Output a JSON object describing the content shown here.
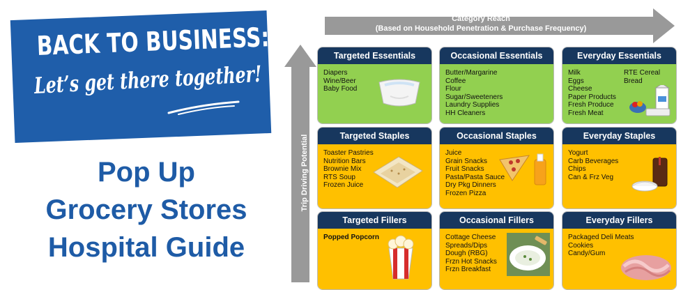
{
  "banner": {
    "title": "BACK TO BUSINESS:",
    "subtitle": "Let’s get there together!"
  },
  "headline": {
    "line1": "Pop Up",
    "line2": "Grocery Stores",
    "line3": "Hospital Guide"
  },
  "axes": {
    "reach_line1": "Category Reach",
    "reach_line2": "(Based on Household Penetration & Purchase Frequency)",
    "trip": "Trip Driving Potential"
  },
  "colors": {
    "banner_blue": "#1f5eaa",
    "headline_blue": "#1e5ba6",
    "header_navy": "#17375e",
    "essentials_green": "#92d050",
    "staples_yellow": "#ffc000",
    "arrow_gray": "#999999"
  },
  "cards": {
    "targeted_essentials": {
      "title": "Targeted Essentials",
      "items": [
        "Diapers",
        "Wine/Beer",
        "Baby Food"
      ],
      "icon": "diaper-icon"
    },
    "occasional_essentials": {
      "title": "Occasional Essentials",
      "items": [
        "Butter/Margarine",
        "Coffee",
        "Flour",
        "Sugar/Sweeteners",
        "Laundry Supplies",
        "HH Cleaners"
      ]
    },
    "everyday_essentials": {
      "title": "Everyday Essentials",
      "items": [
        "Milk",
        "Eggs",
        "Cheese",
        "Paper Products",
        "Fresh Produce",
        "Fresh Meat"
      ],
      "items_col2": [
        "RTE Cereal",
        "Bread"
      ],
      "icon": "milk-eggs-icon"
    },
    "targeted_staples": {
      "title": "Targeted Staples",
      "items": [
        "Toaster Pastries",
        "Nutrition Bars",
        "Brownie Mix",
        "RTS Soup",
        "Frozen Juice"
      ],
      "icon": "toaster-pastry-icon"
    },
    "occasional_staples": {
      "title": "Occasional Staples",
      "items": [
        "Juice",
        "Grain Snacks",
        "Fruit Snacks",
        "Pasta/Pasta Sauce",
        "Dry Pkg Dinners",
        "Frozen Pizza"
      ],
      "icon": "pizza-juice-icon"
    },
    "everyday_staples": {
      "title": "Everyday Staples",
      "items": [
        "Yogurt",
        "Carb Beverages",
        "Chips",
        "Can & Frz Veg"
      ],
      "icon": "yogurt-soda-icon"
    },
    "targeted_fillers": {
      "title": "Targeted Fillers",
      "items": [
        "Popped Popcorn"
      ],
      "icon": "popcorn-icon"
    },
    "occasional_fillers": {
      "title": "Occasional Fillers",
      "items": [
        "Cottage Cheese",
        "Spreads/Dips",
        "Dough (RBG)",
        "Frzn Hot Snacks",
        "Frzn Breakfast"
      ],
      "icon": "dip-icon"
    },
    "everyday_fillers": {
      "title": "Everyday Fillers",
      "items": [
        "Packaged Deli Meats",
        "Cookies",
        "Candy/Gum"
      ],
      "icon": "deli-meat-icon"
    }
  }
}
